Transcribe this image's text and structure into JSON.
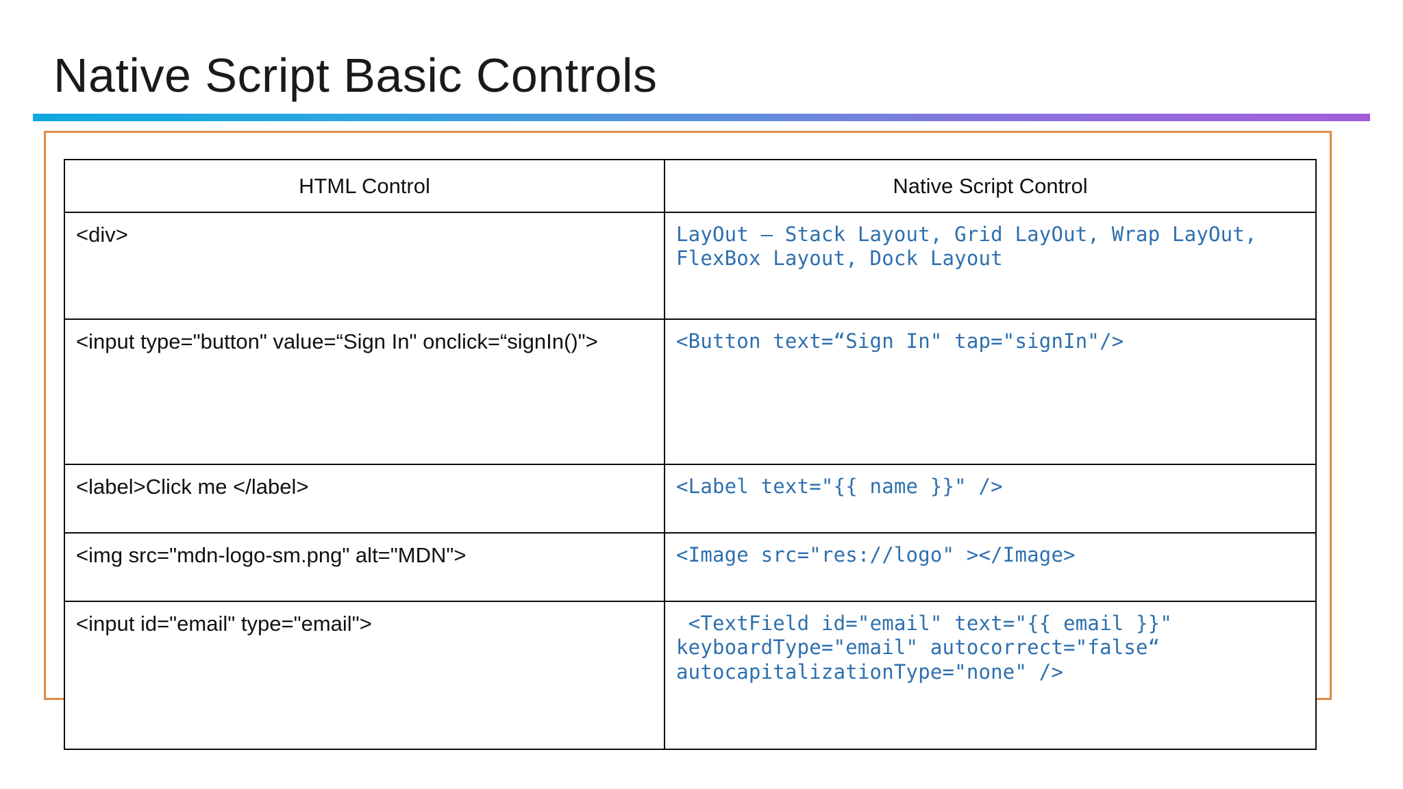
{
  "slide": {
    "title": "Native Script Basic Controls",
    "accent_gradient_start": "#0FA8E0",
    "accent_gradient_end": "#A35EDB",
    "frame_color": "#E08A44",
    "code_color": "#2E6FAE",
    "text_color": "#111111"
  },
  "table": {
    "headers": {
      "html": "HTML Control",
      "native": "Native Script Control"
    },
    "rows": [
      {
        "html": "<div>",
        "native": "LayOut – Stack Layout, Grid LayOut, Wrap LayOut, FlexBox Layout, Dock Layout"
      },
      {
        "html": "<input type=\"button\" value=“Sign In\" onclick=“signIn()\">",
        "native": "<Button text=“Sign In\" tap=\"signIn\"/>"
      },
      {
        "html": "<label>Click me </label>",
        "native": "<Label text=\"{{ name }}\" />"
      },
      {
        "html": "<img src=\"mdn-logo-sm.png\" alt=\"MDN\">",
        "native": "<Image src=\"res://logo\" ></Image>"
      },
      {
        "html": "<input id=\"email\" type=\"email\">",
        "native": " <TextField id=\"email\" text=\"{{ email }}\" keyboardType=\"email\" autocorrect=\"false“ autocapitalizationType=\"none\" />"
      }
    ]
  }
}
